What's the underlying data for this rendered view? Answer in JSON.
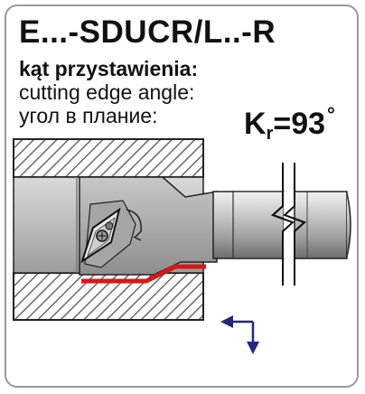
{
  "header": {
    "title": "E...-SDUCR/L..-R"
  },
  "labels": {
    "pl": "kąt przystawienia:",
    "en": "cutting edge angle:",
    "ru": "угол в плание:"
  },
  "angle": {
    "symbol": "K",
    "subscript": "r",
    "equals": "=",
    "value": "93",
    "unit": "°"
  },
  "colors": {
    "workpiece_hatch": "#6a6a6a",
    "tool_body": "#b8b8b8",
    "cutting_edge": "#d81818",
    "feed_arrows": "#1f2a7a",
    "frame": "#9a9a9a"
  },
  "icons": [
    "feed-direction-arrows-icon",
    "insert-screw-icon",
    "break-line-icon"
  ]
}
